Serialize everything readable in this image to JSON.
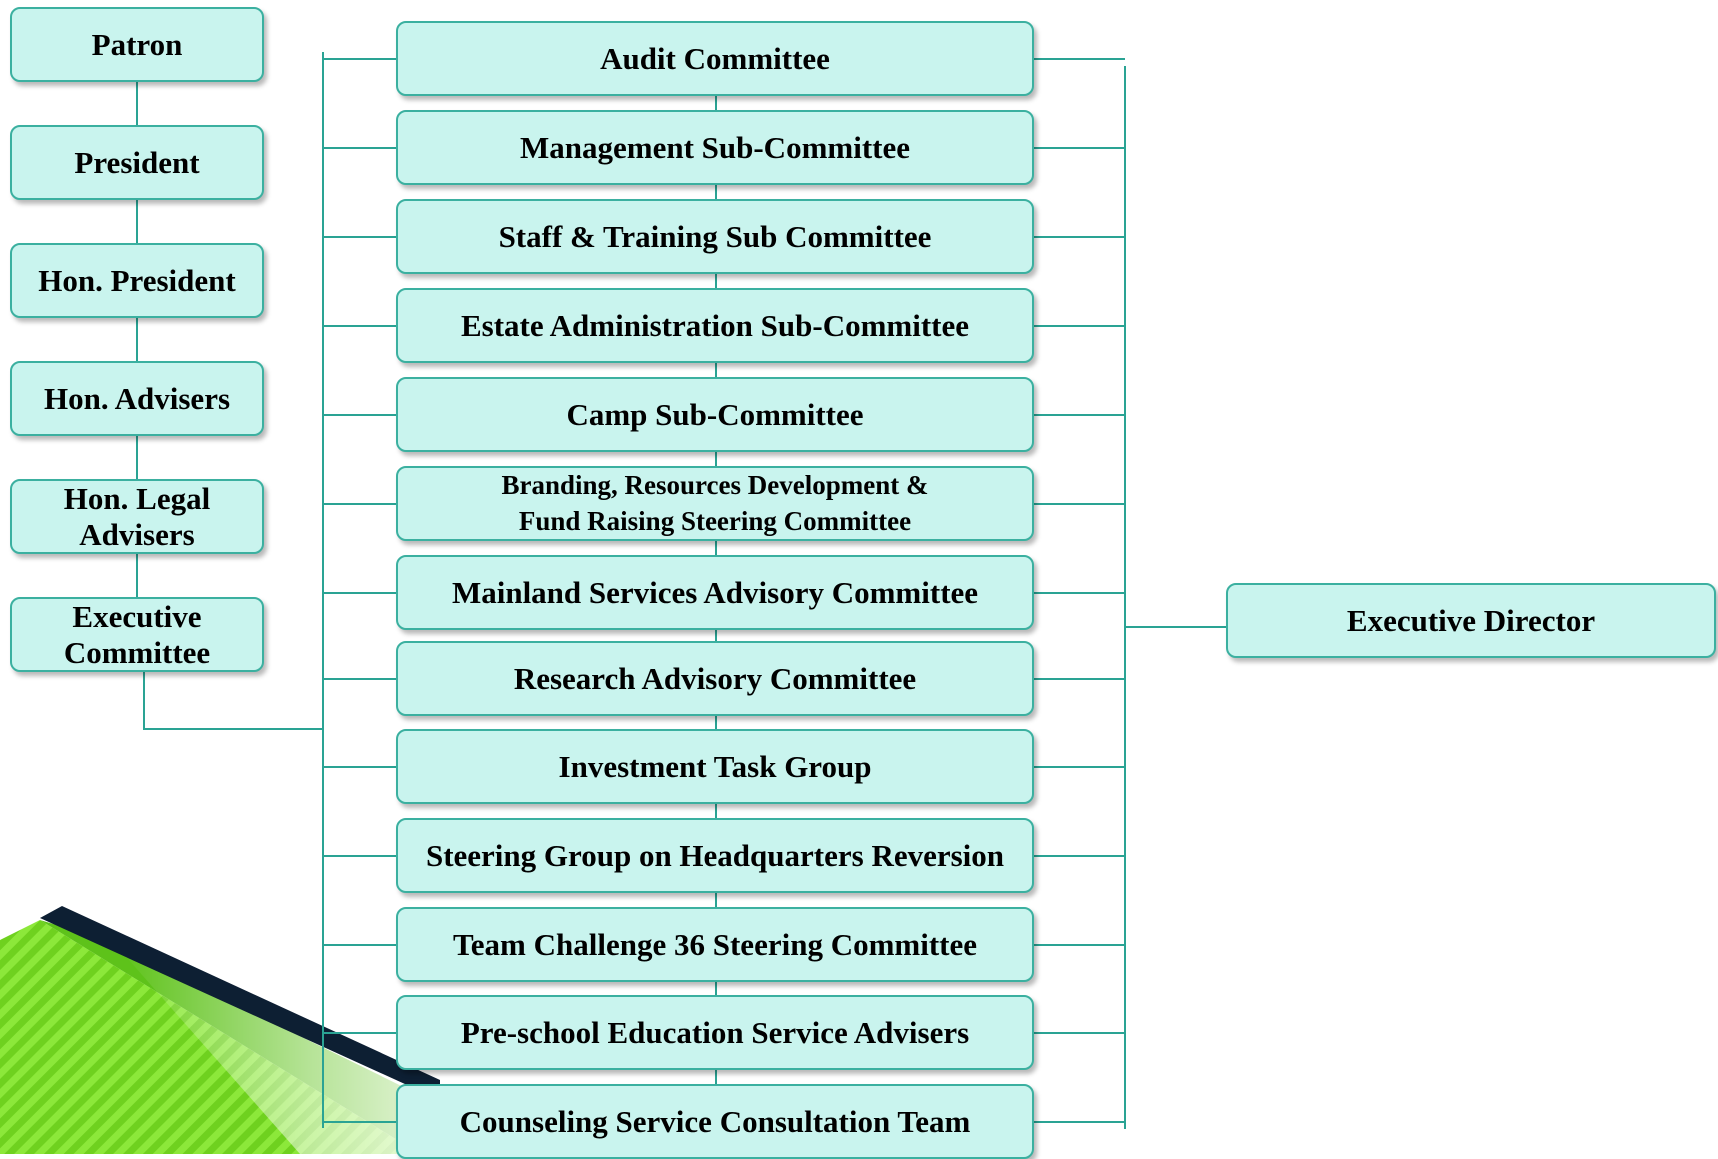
{
  "colors": {
    "box_fill": "#c9f4ee",
    "box_border": "#3bb0a0",
    "connector": "#2aa394",
    "decor_green": "#66cc1a",
    "decor_dark": "#0d1f33"
  },
  "left_column": {
    "items": [
      {
        "label": "Patron"
      },
      {
        "label": "President"
      },
      {
        "label": "Hon. President"
      },
      {
        "label": "Hon. Advisers"
      },
      {
        "label": "Hon. Legal Advisers"
      },
      {
        "label": "Executive Committee"
      }
    ]
  },
  "committees": {
    "items": [
      {
        "label": "Audit Committee"
      },
      {
        "label": "Management Sub-Committee"
      },
      {
        "label": "Staff & Training Sub Committee"
      },
      {
        "label": "Estate Administration Sub-Committee"
      },
      {
        "label": "Camp Sub-Committee"
      },
      {
        "label": "Branding, Resources Development & Fund Raising Steering Committee"
      },
      {
        "label": "Mainland Services Advisory Committee"
      },
      {
        "label": "Research Advisory Committee"
      },
      {
        "label": "Investment Task Group"
      },
      {
        "label": "Steering Group on Headquarters Reversion"
      },
      {
        "label": "Team Challenge 36 Steering Committee"
      },
      {
        "label": "Pre-school Education Service Advisers"
      },
      {
        "label": "Counseling Service Consultation Team"
      }
    ]
  },
  "executive_director": {
    "label": "Executive Director"
  }
}
